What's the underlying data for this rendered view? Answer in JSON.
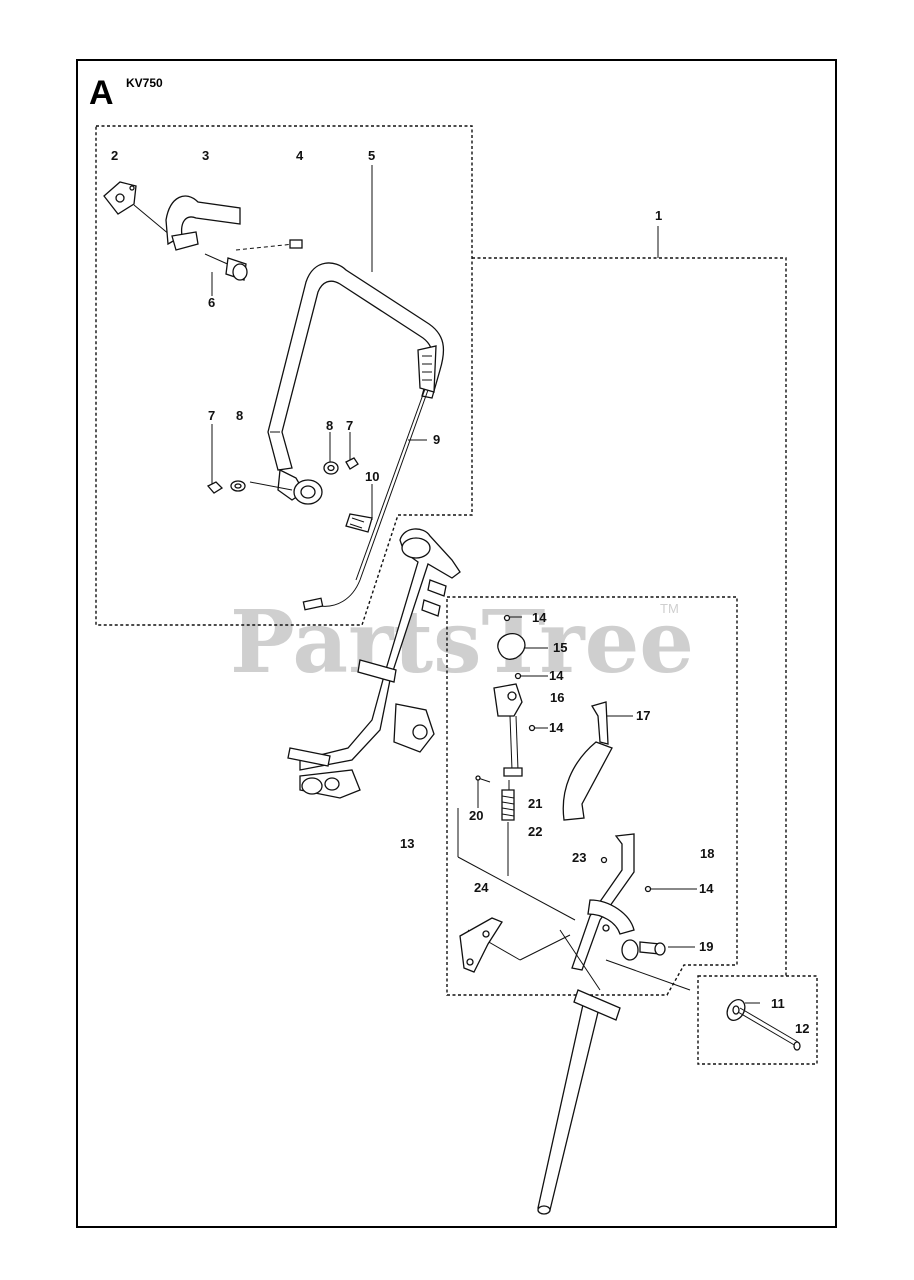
{
  "diagram": {
    "section_letter": "A",
    "model": "KV750",
    "watermark": "PartsTree",
    "trademark": "TM",
    "callouts": {
      "c1": "1",
      "c2": "2",
      "c3": "3",
      "c4": "4",
      "c5": "5",
      "c6": "6",
      "c7a": "7",
      "c7b": "7",
      "c8a": "8",
      "c8b": "8",
      "c9": "9",
      "c10": "10",
      "c11": "11",
      "c12": "12",
      "c13": "13",
      "c14a": "14",
      "c14b": "14",
      "c14c": "14",
      "c14d": "14",
      "c15": "15",
      "c16": "16",
      "c17": "17",
      "c18": "18",
      "c19": "19",
      "c20": "20",
      "c21": "21",
      "c22": "22",
      "c23": "23",
      "c24": "24"
    }
  }
}
